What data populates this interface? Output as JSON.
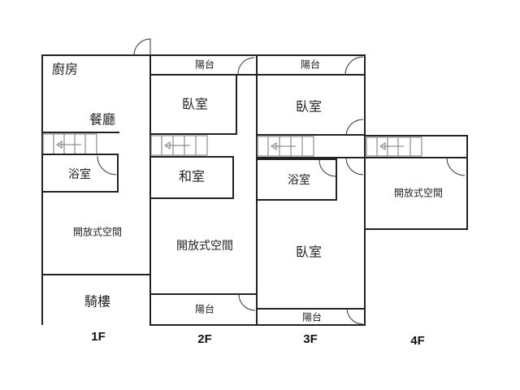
{
  "floors": [
    {
      "label": "1F",
      "rooms": {
        "kitchen": "廚房",
        "dining": "餐廳",
        "bathroom": "浴室",
        "open_space": "開放式空間",
        "arcade": "騎樓"
      }
    },
    {
      "label": "2F",
      "rooms": {
        "balcony_top": "陽台",
        "bedroom": "臥室",
        "japanese_room": "和室",
        "open_space": "開放式空間",
        "balcony_bottom": "陽台"
      }
    },
    {
      "label": "3F",
      "rooms": {
        "balcony_top": "陽台",
        "bedroom_top": "臥室",
        "bathroom": "浴室",
        "bedroom_bottom": "臥室",
        "balcony_bottom": "陽台"
      }
    },
    {
      "label": "4F",
      "rooms": {
        "open_space": "開放式空間"
      }
    }
  ]
}
